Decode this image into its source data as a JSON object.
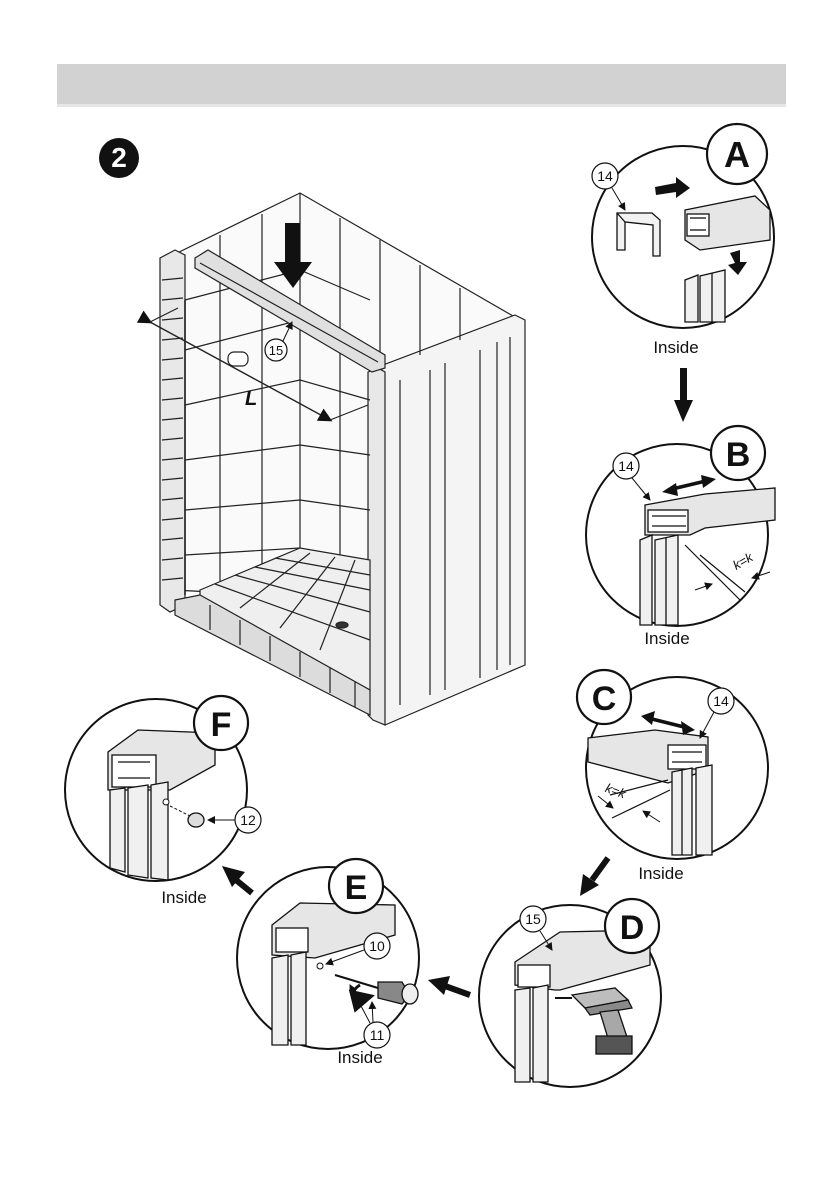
{
  "step_number": "2",
  "main_view": {
    "dimension_label": "L",
    "part_15": "15"
  },
  "detail_A": {
    "letter": "A",
    "part": "14",
    "caption": "Inside"
  },
  "detail_B": {
    "letter": "B",
    "part": "14",
    "gap": "k=k",
    "caption": "Inside"
  },
  "detail_C": {
    "letter": "C",
    "part": "14",
    "gap": "k=k",
    "caption": "Inside"
  },
  "detail_D": {
    "letter": "D",
    "part": "15"
  },
  "detail_E": {
    "letter": "E",
    "part_screw": "10",
    "part_tool": "11",
    "caption": "Inside"
  },
  "detail_F": {
    "letter": "F",
    "part": "12",
    "caption": "Inside"
  }
}
